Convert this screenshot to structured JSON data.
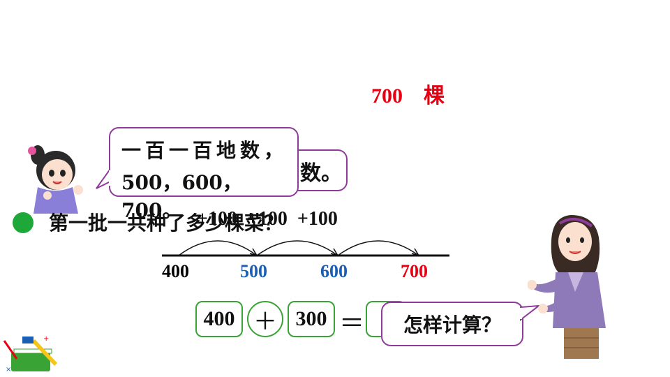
{
  "answer": {
    "number": "700",
    "unit": "棵"
  },
  "girl_bubble": {
    "line1": "一百一百地数，",
    "line2": "500，600，700。",
    "behind_text": "数。"
  },
  "question": {
    "text": "第一批一共种了多少棵菜？",
    "overlap_label": "+100  +100  +100"
  },
  "number_line": {
    "ticks": [
      {
        "label": "400",
        "color": "#111111"
      },
      {
        "label": "500",
        "color": "#1a5fb4"
      },
      {
        "label": "600",
        "color": "#1a5fb4"
      },
      {
        "label": "700",
        "color": "#e60012"
      }
    ]
  },
  "equation": {
    "a": "400",
    "op": "＋",
    "b": "300",
    "eq": "＝"
  },
  "teacher_bubble": {
    "text": "怎样计算？"
  },
  "colors": {
    "red": "#e60012",
    "blue": "#1a5fb4",
    "green": "#3aa335",
    "purple": "#8e3b9a"
  }
}
